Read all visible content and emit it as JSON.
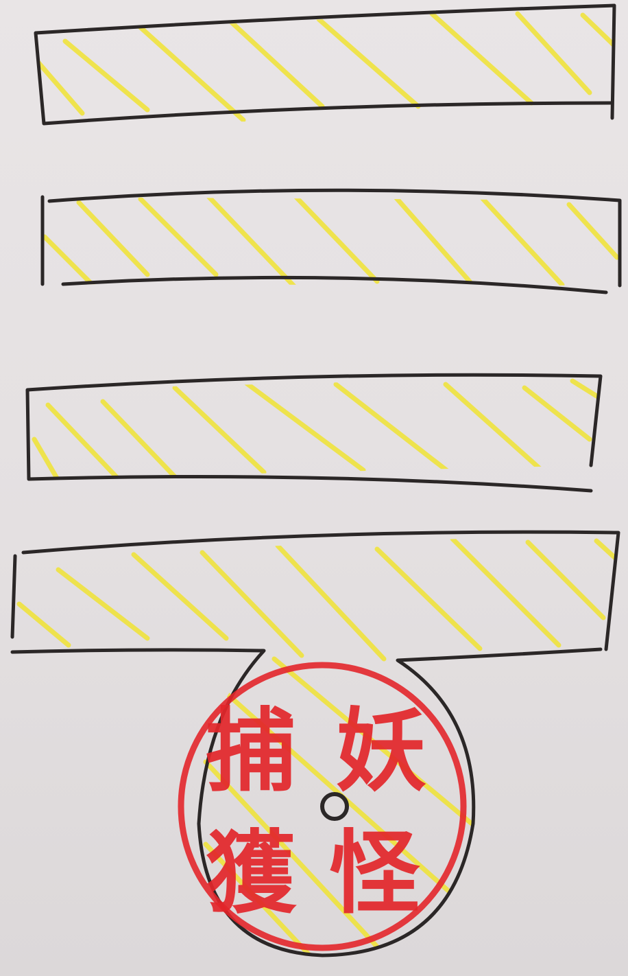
{
  "stamp": {
    "chars": [
      "妖",
      "怪",
      "捕",
      "獲"
    ],
    "color": "#e3262b"
  },
  "colors": {
    "ink": "#2b2727",
    "highlighter": "#f0e332",
    "paper": "#e6e2e3"
  }
}
